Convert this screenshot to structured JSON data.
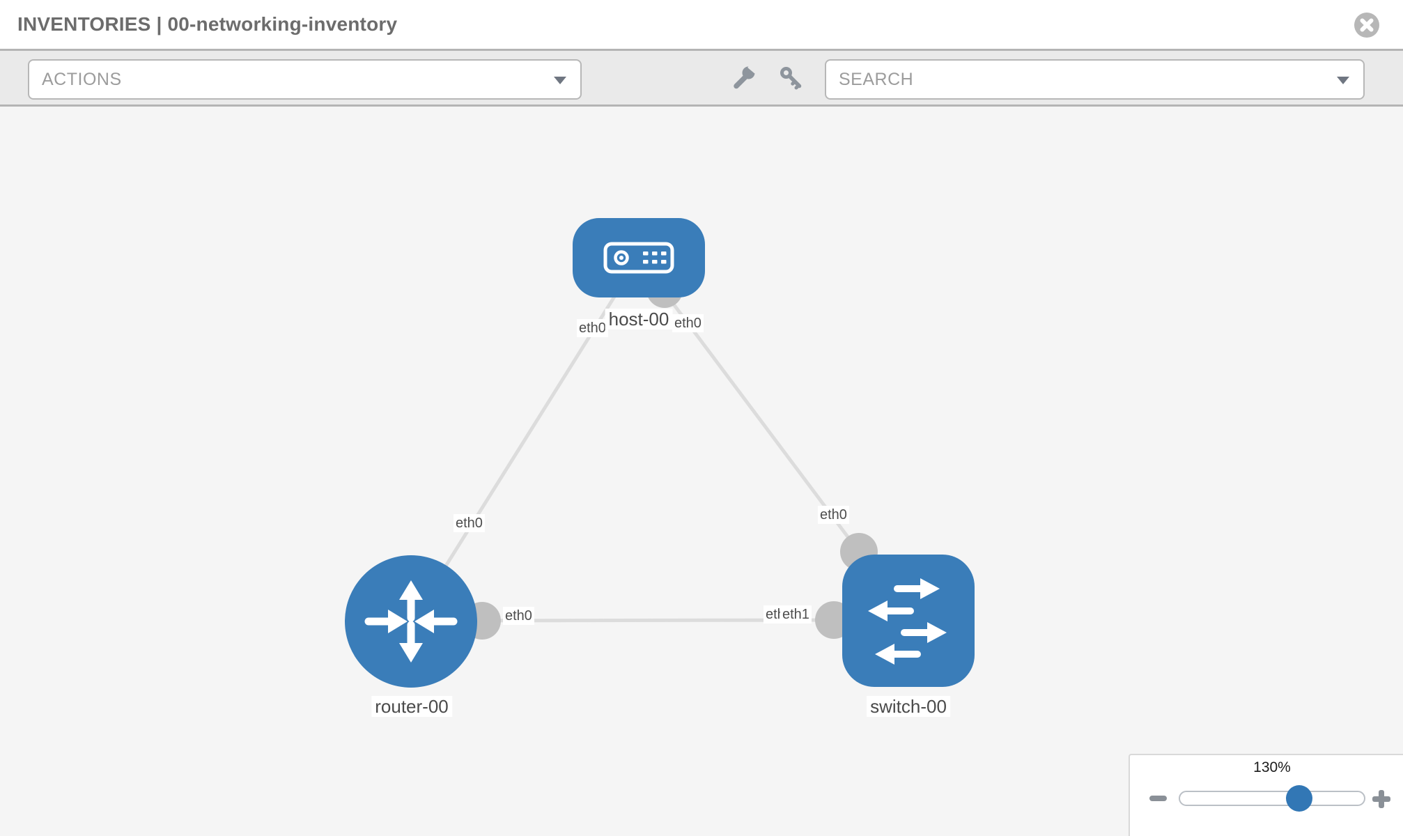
{
  "header": {
    "title": "INVENTORIES | 00-networking-inventory"
  },
  "toolbar": {
    "actions_placeholder": "ACTIONS",
    "search_placeholder": "SEARCH"
  },
  "topology": {
    "nodes": [
      {
        "id": "host-00",
        "type": "host",
        "label": "host-00"
      },
      {
        "id": "router-00",
        "type": "router",
        "label": "router-00"
      },
      {
        "id": "switch-00",
        "type": "switch",
        "label": "switch-00"
      }
    ],
    "links": [
      {
        "source": "host-00",
        "source_port": "eth0",
        "target": "router-00",
        "target_port": "eth0"
      },
      {
        "source": "host-00",
        "source_port": "eth0",
        "target": "switch-00",
        "target_port": "eth0"
      },
      {
        "source": "router-00",
        "source_port": "eth0",
        "target": "switch-00",
        "target_port": "eth1"
      }
    ],
    "port_labels": [
      {
        "text": "eth0"
      },
      {
        "text": "eth0"
      },
      {
        "text": "eth0"
      },
      {
        "text": "eth0"
      },
      {
        "text": "eth0"
      },
      {
        "text": "eth0"
      },
      {
        "text": "eth1"
      }
    ]
  },
  "zoom_control": {
    "level": "130%"
  },
  "colors": {
    "node_blue": "#3a7db9",
    "link_gray": "#dcdcdc",
    "endpoint_gray": "#bfbfbf",
    "toolbar_gray": "#eaeaea",
    "knob_blue": "#3277b5"
  }
}
